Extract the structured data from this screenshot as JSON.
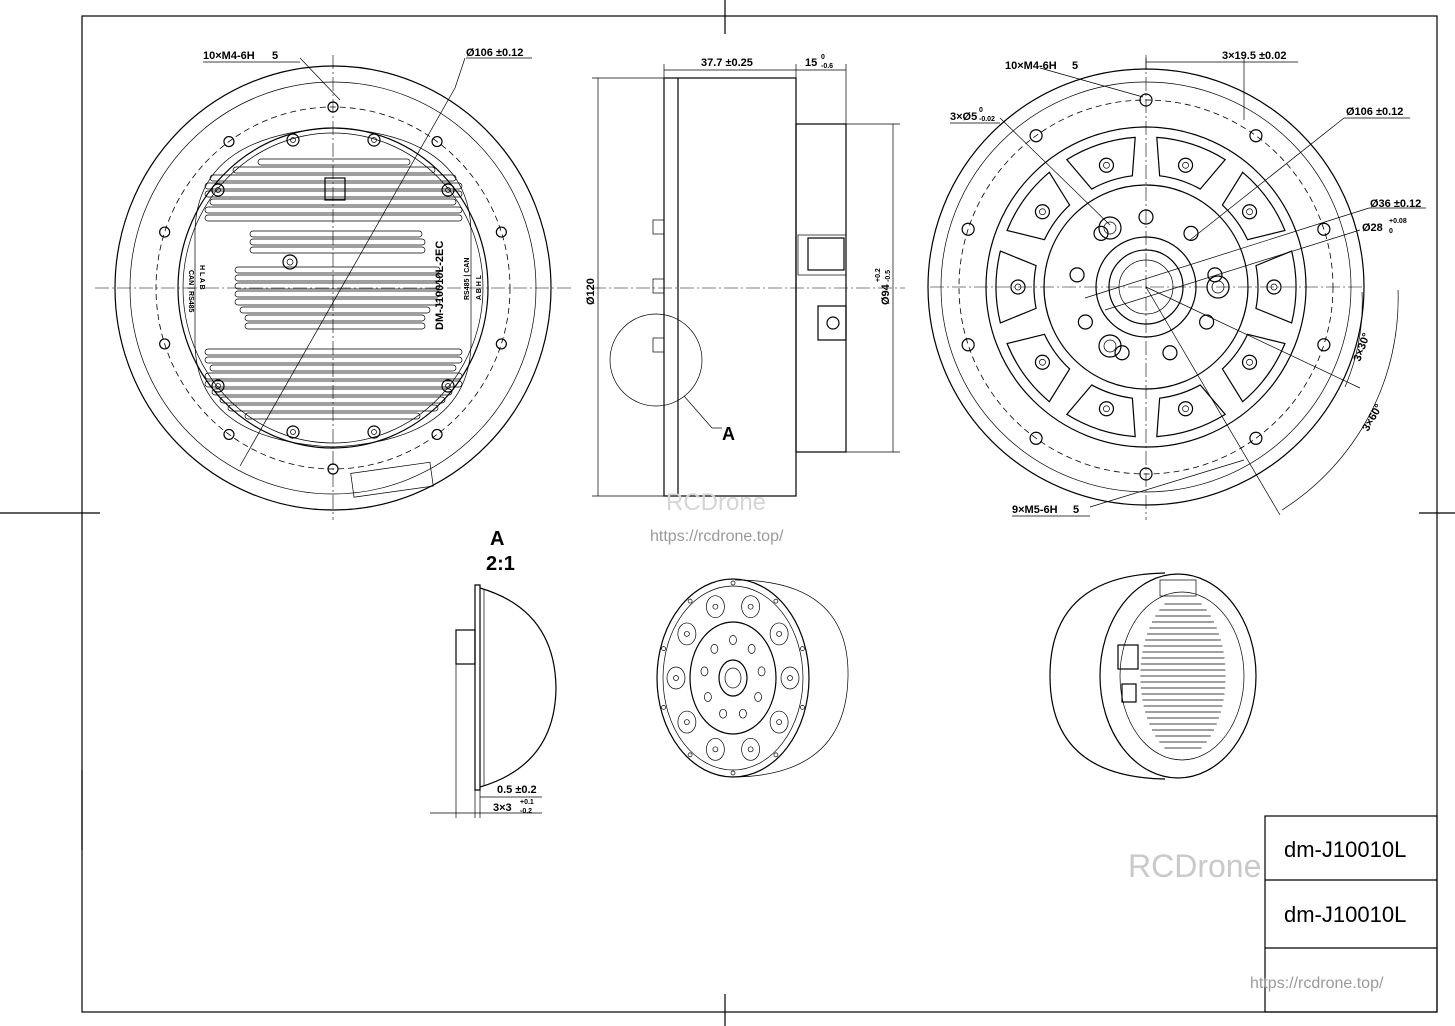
{
  "front_view": {
    "label_holes": "10×M4-6H",
    "label_holes_depth": "5",
    "label_dia": "Ø106 ±0.12",
    "model_text": "DM-J10010L-2EC",
    "port_left_1": "CAN | RS485",
    "port_left_2": "H L   A B",
    "port_right_1": "RS485 | CAN",
    "port_right_2": "A B   H L"
  },
  "side_view": {
    "dim_length": "37.7 ±0.25",
    "dim_15": "15",
    "dim_15_tol_up": "0",
    "dim_15_tol_down": "-0.6",
    "dim_120": "Ø120",
    "dim_94": "Ø94",
    "dim_94_tol_up": "+0.2",
    "dim_94_tol_down": "-0.5",
    "detail_letter": "A"
  },
  "rear_view": {
    "label_holes_top": "10×M4-6H",
    "label_holes_top_depth": "5",
    "label_pitch": "3×19.5 ±0.02",
    "label_pins": "3×Ø5",
    "label_pins_tol_up": "0",
    "label_pins_tol_down": "-0.02",
    "label_dia106": "Ø106 ±0.12",
    "label_dia36": "Ø36 ±0.12",
    "label_dia28": "Ø28",
    "label_dia28_tol_up": "+0.08",
    "label_dia28_tol_down": "0",
    "label_angle30": "3×30°",
    "label_angle60": "3×60°",
    "label_holes_bottom": "9×M5-6H",
    "label_holes_bottom_depth": "5"
  },
  "detail": {
    "title": "A",
    "scale": "2:1",
    "dim_gap": "0.5 ±0.2",
    "dim_3": "3×3",
    "dim_3_tol_up": "+0.1",
    "dim_3_tol_down": "-0.2"
  },
  "title_block": {
    "name_1": "dm-J10010L",
    "name_2": "dm-J10010L"
  },
  "watermark": {
    "brand": "RCDrone",
    "url": "https://rcdrone.top/"
  }
}
